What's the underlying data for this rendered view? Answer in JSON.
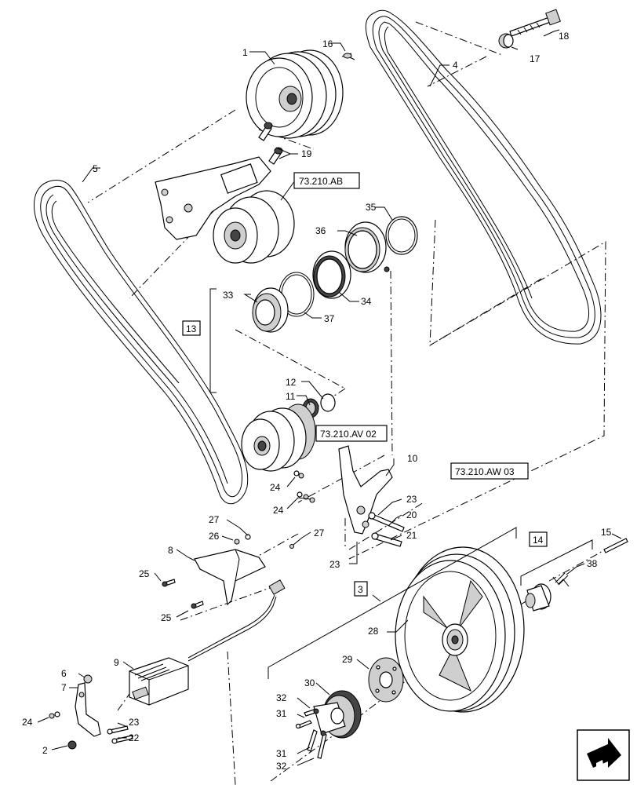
{
  "callouts": {
    "c1": "1",
    "c2": "2",
    "c3": "3",
    "c4": "4",
    "c5": "5",
    "c6": "6",
    "c7": "7",
    "c8": "8",
    "c9": "9",
    "c10": "10",
    "c11": "11",
    "c12": "12",
    "c13": "13",
    "c14": "14",
    "c15": "15",
    "c16": "16",
    "c17": "17",
    "c18": "18",
    "c19": "19",
    "c20": "20",
    "c21": "21",
    "c22": "22",
    "c23a": "23",
    "c23b": "23",
    "c23c": "23",
    "c24a": "24",
    "c24b": "24",
    "c24c": "24",
    "c25a": "25",
    "c25b": "25",
    "c26": "26",
    "c27a": "27",
    "c27b": "27",
    "c28": "28",
    "c29": "29",
    "c30": "30",
    "c31a": "31",
    "c31b": "31",
    "c32a": "32",
    "c32b": "32",
    "c33": "33",
    "c34": "34",
    "c35": "35",
    "c36": "36",
    "c37": "37",
    "c38": "38"
  },
  "references": {
    "ref_ab": "73.210.AB",
    "ref_av02": "73.210.AV 02",
    "ref_aw03": "73.210.AW 03"
  },
  "icons": {
    "nav_arrow": "next-page-arrow-icon"
  }
}
